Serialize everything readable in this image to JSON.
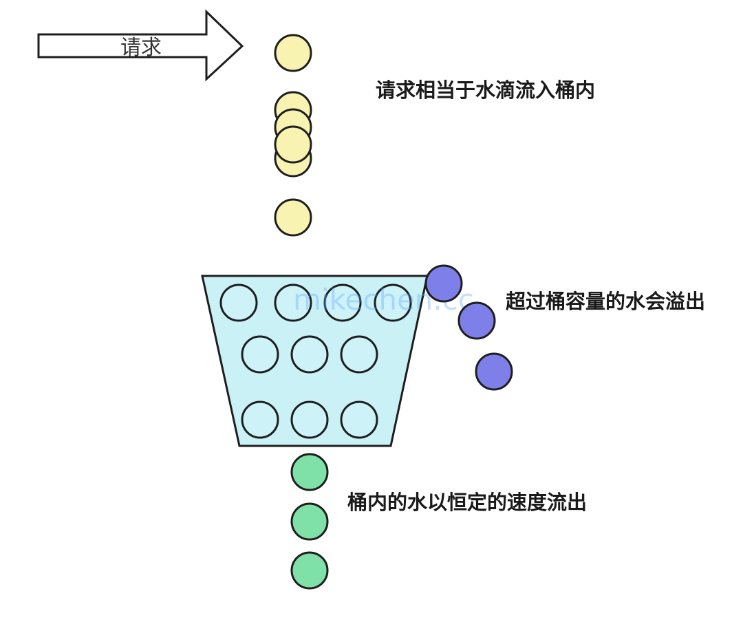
{
  "labels": {
    "request_arrow": "请求",
    "inflow_caption": "请求相当于水滴流入桶内",
    "overflow_caption": "超过桶容量的水会溢出",
    "outflow_caption": "桶内的水以恒定的速度流出",
    "watermark": "mikechen.cc"
  },
  "colors": {
    "request_drop": "#f8f3b0",
    "bucket_fill": "#c9f1f6",
    "bucket_drop": "#cdf3f8",
    "overflow_drop": "#7e7fe8",
    "outflow_drop": "#7fe0a8",
    "outline": "#1e1e1e"
  }
}
